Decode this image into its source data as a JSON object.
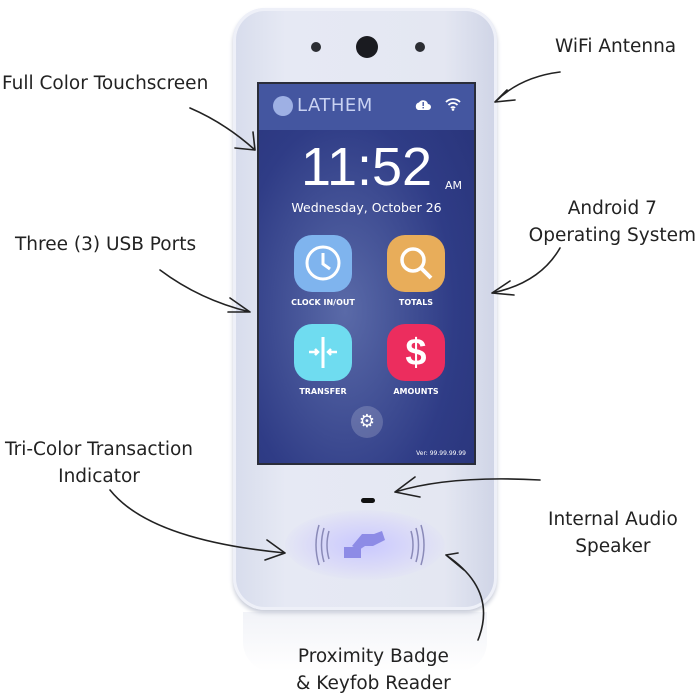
{
  "callouts": {
    "wifi": "WiFi Antenna",
    "touchscreen": "Full Color Touchscreen",
    "android_line1": "Android 7",
    "android_line2": "Operating System",
    "usb": "Three (3) USB Ports",
    "indicator_line1": "Tri-Color Transaction",
    "indicator_line2": "Indicator",
    "speaker_line1": "Internal Audio",
    "speaker_line2": "Speaker",
    "reader_line1": "Proximity Badge",
    "reader_line2": "& Keyfob Reader"
  },
  "screen": {
    "brand": "LATHEM",
    "status_icons": [
      "cloud-alert-icon",
      "wifi-icon"
    ],
    "time": "11:52",
    "ampm": "AM",
    "date": "Wednesday, October 26",
    "apps": [
      {
        "label": "CLOCK IN/OUT",
        "icon": "clock-icon",
        "color": "#7fb4ee"
      },
      {
        "label": "TOTALS",
        "icon": "search-icon",
        "color": "#e8ad5a"
      },
      {
        "label": "TRANSFER",
        "icon": "transfer-icon",
        "color": "#6fdcf0"
      },
      {
        "label": "AMOUNTS",
        "icon": "dollar-icon",
        "color": "#ec2d5e"
      }
    ],
    "settings_icon": "gear-icon",
    "version": "Ver: 99.99.99.99"
  },
  "reader_icon": "badge-tap-icon",
  "indicator_color": "#a9a4ff"
}
